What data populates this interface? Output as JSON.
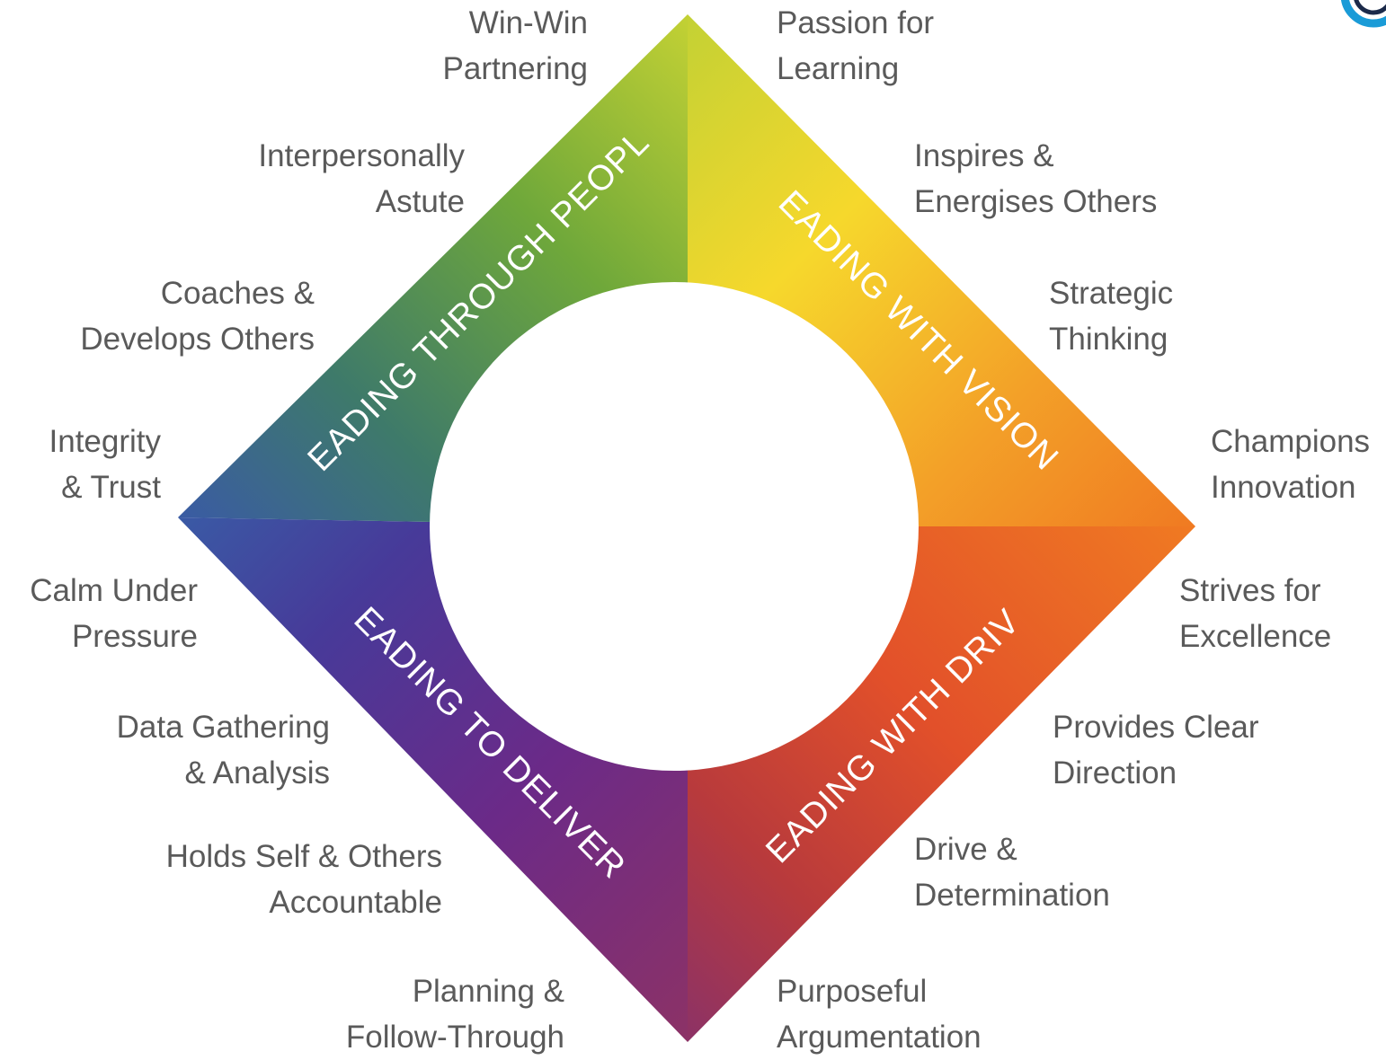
{
  "bands": {
    "people": "LEADING THROUGH PEOPLE",
    "vision": "LEADING WITH VISION",
    "deliver": "LEADING TO DELIVER",
    "drive": "LEADING WITH DRIVE"
  },
  "colors": {
    "top": "#c9d330",
    "right": "#f07d22",
    "bottom": "#8a3468",
    "left": "#3a5aa3",
    "label_text": "#5a5a5a",
    "logo": "#1a9bd7"
  },
  "labels": {
    "win_win": [
      "Win-Win",
      "Partnering"
    ],
    "passion": [
      "Passion for",
      "Learning"
    ],
    "interpersonally": [
      "Interpersonally",
      "Astute"
    ],
    "inspires": [
      "Inspires &",
      "Energises Others"
    ],
    "coaches": [
      "Coaches &",
      "Develops Others"
    ],
    "strategic": [
      "Strategic",
      "Thinking"
    ],
    "integrity": [
      "Integrity",
      "& Trust"
    ],
    "champions": [
      "Champions",
      "Innovation"
    ],
    "calm": [
      "Calm Under",
      "Pressure"
    ],
    "strives": [
      "Strives for",
      "Excellence"
    ],
    "data": [
      "Data Gathering",
      "& Analysis"
    ],
    "provides": [
      "Provides Clear",
      "Direction"
    ],
    "holds": [
      "Holds Self & Others",
      "Accountable"
    ],
    "drive": [
      "Drive &",
      "Determination"
    ],
    "planning": [
      "Planning &",
      "Follow-Through"
    ],
    "purposeful": [
      "Purposeful",
      "Argumentation"
    ]
  }
}
